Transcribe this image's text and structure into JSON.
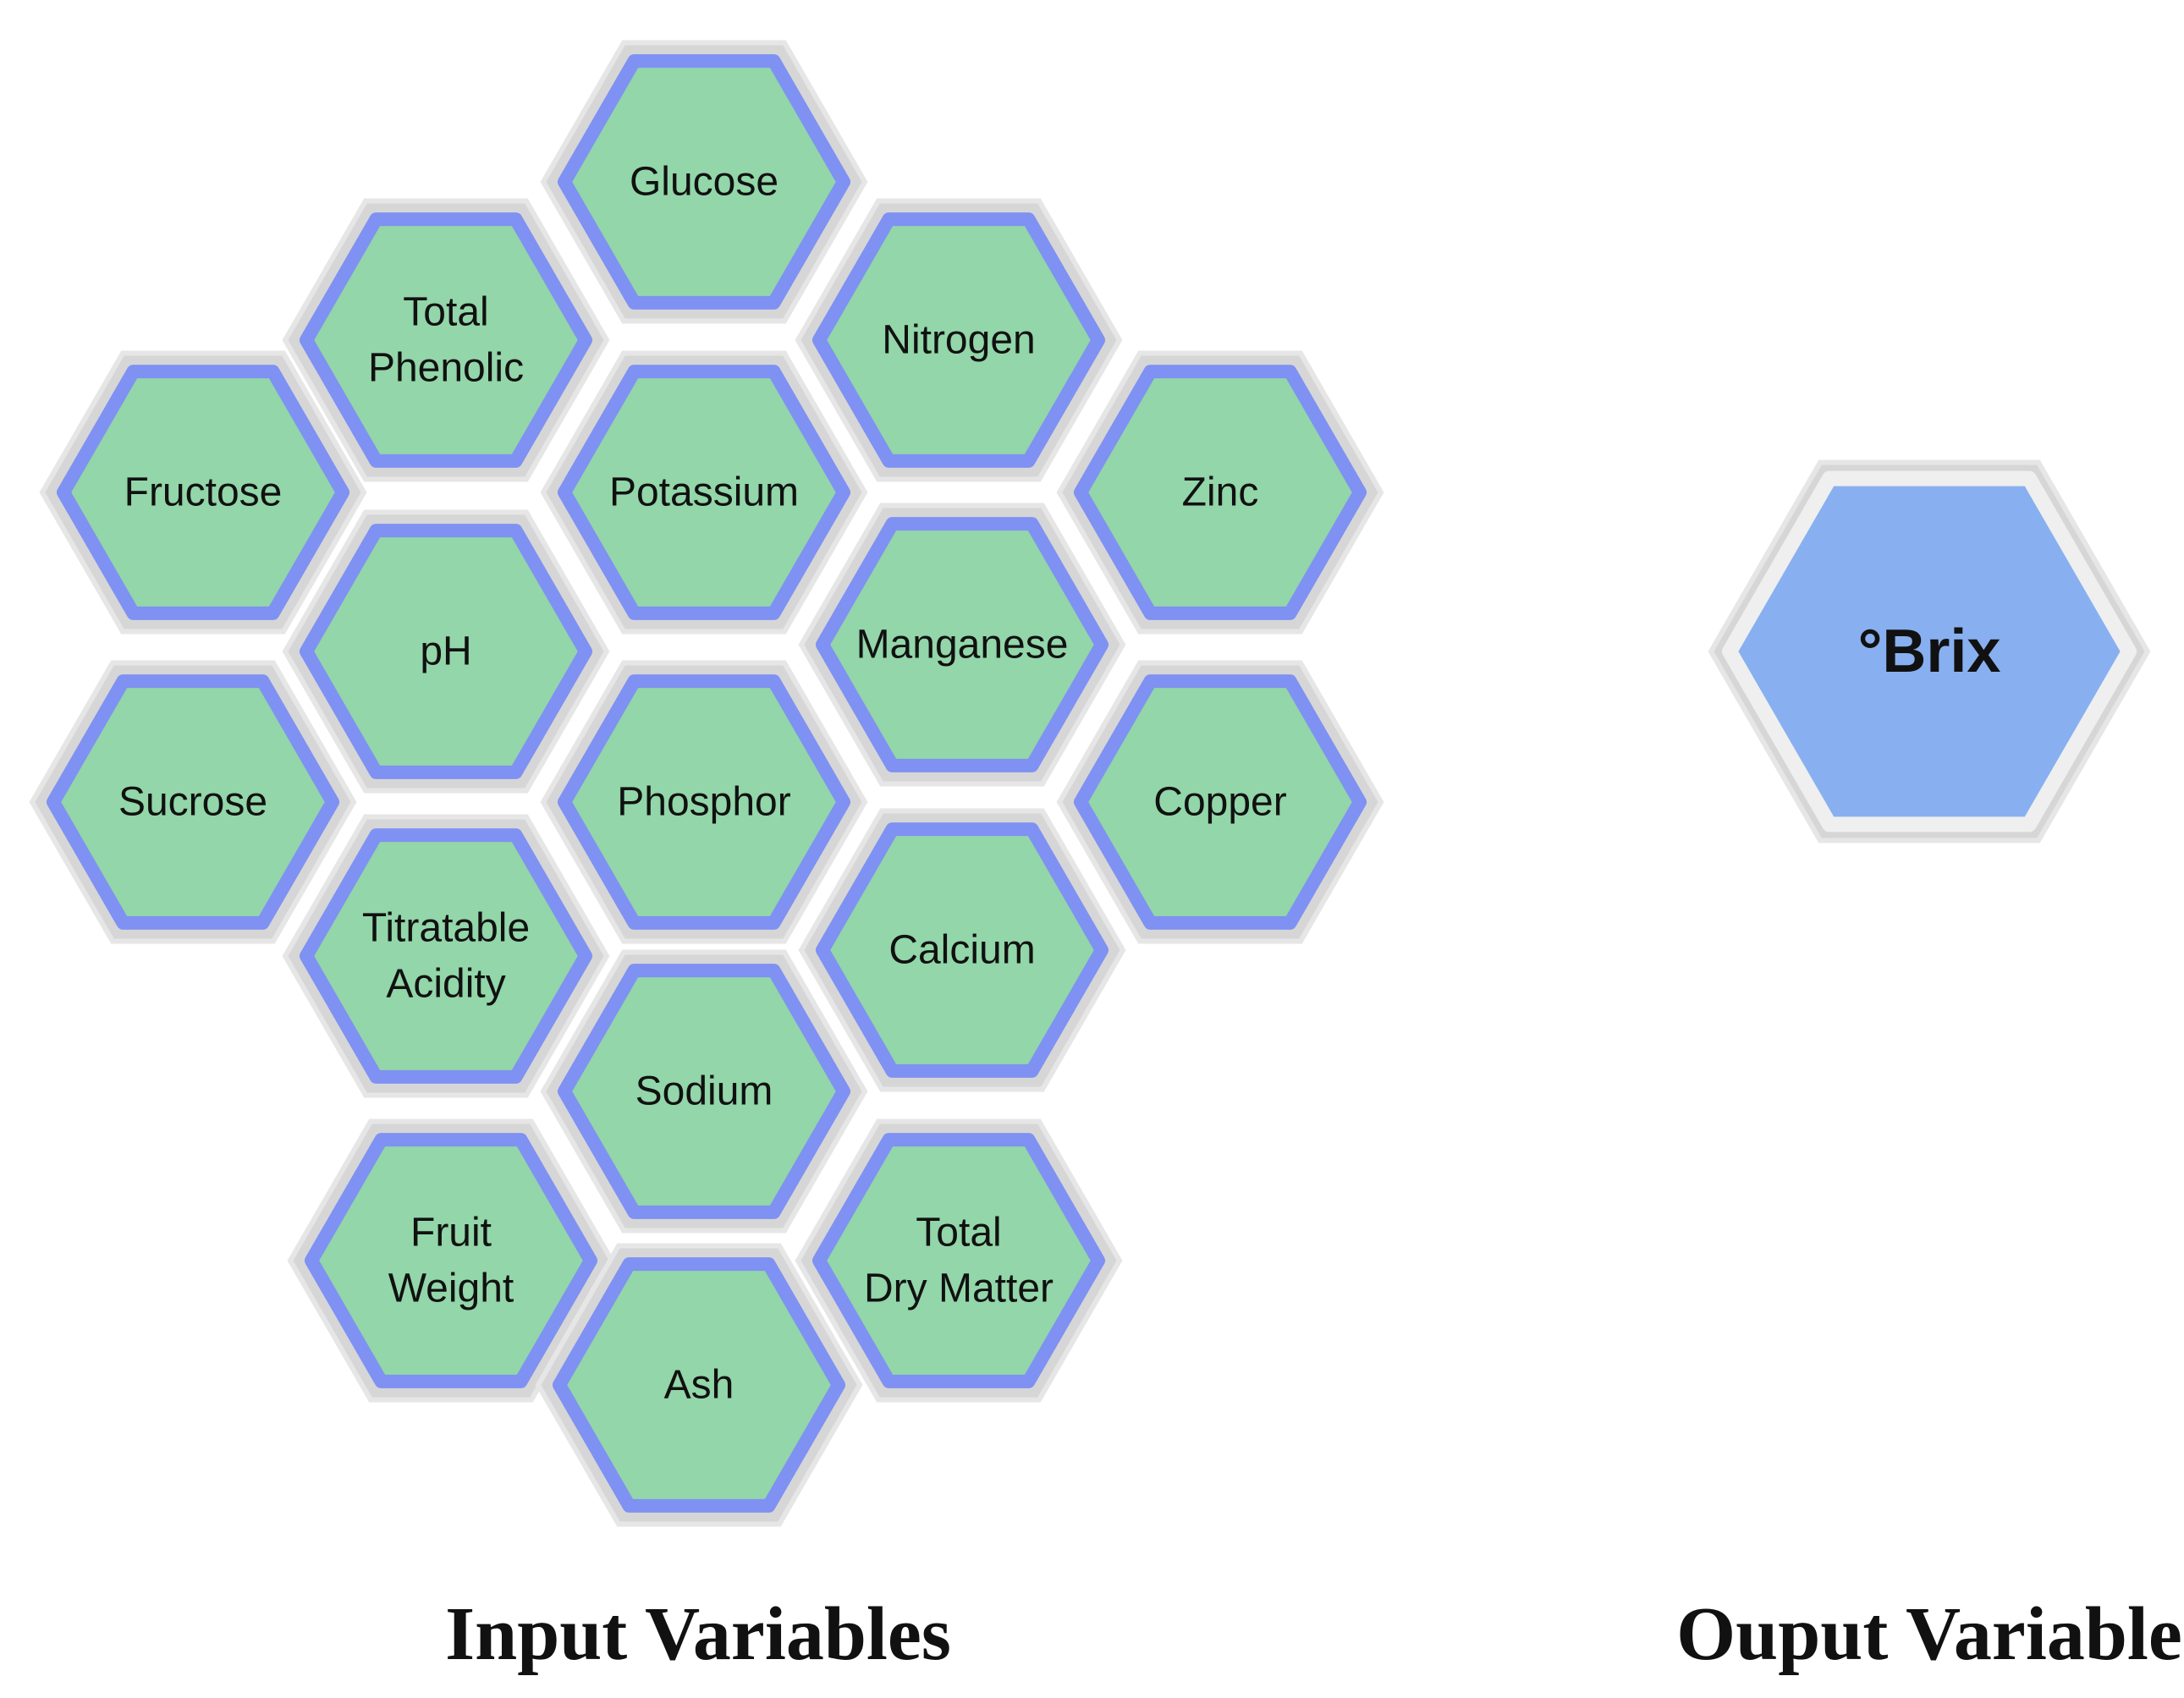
{
  "input_group": {
    "caption": "Input Variables",
    "variables": [
      "Glucose",
      "Total Phenolic",
      "Nitrogen",
      "Fructose",
      "Potassium",
      "Zinc",
      "pH",
      "Manganese",
      "Sucrose",
      "Phosphor",
      "Copper",
      "Titratable Acidity",
      "Calcium",
      "Sodium",
      "Fruit Weight",
      "Total Dry Matter",
      "Ash"
    ]
  },
  "output_group": {
    "caption": "Ouput Variable",
    "variable": "°Brix"
  },
  "colors": {
    "input_fill": "#92d6a9",
    "input_border": "#7f91f2",
    "outer_border": "#d6d6d6",
    "output_fill": "#88b0f0"
  }
}
